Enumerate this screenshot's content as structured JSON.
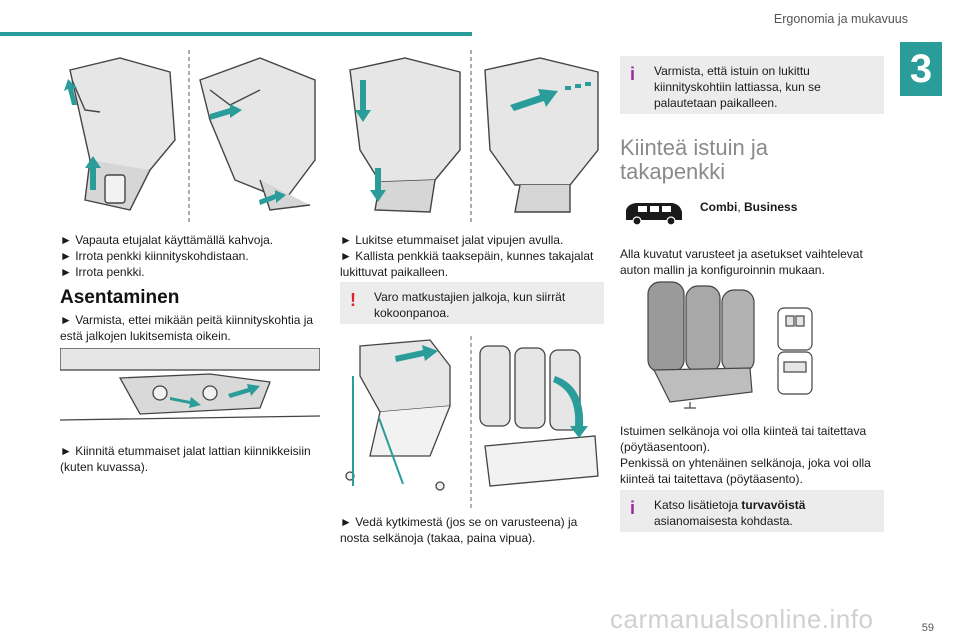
{
  "header": {
    "title": "Ergonomia ja mukavuus",
    "chapter": "3"
  },
  "col1": {
    "steps_a": [
      "► Vapauta etujalat käyttämällä kahvoja.",
      "► Irrota penkki kiinnityskohdistaan.",
      "► Irrota penkki."
    ],
    "heading": "Asentaminen",
    "step_b": "► Varmista, ettei mikään peitä kiinnityskohtia ja estä jalkojen lukitsemista oikein.",
    "step_c": "► Kiinnitä etummaiset jalat lattian kiinnikkeisiin (kuten kuvassa)."
  },
  "col2": {
    "steps": [
      "► Lukitse etummaiset jalat vipujen avulla.",
      "► Kallista penkkiä taaksepäin, kunnes takajalat lukittuvat paikalleen."
    ],
    "warning": "Varo matkustajien jalkoja, kun siirrät kokoonpanoa.",
    "step_d": "► Vedä kytkimestä (jos se on varusteena) ja nosta selkänoja (takaa, paina vipua)."
  },
  "col3": {
    "info1": "Varmista, että istuin on lukittu kiinnityskohtiin lattiassa, kun se palautetaan paikalleen.",
    "heading": "Kiinteä istuin ja takapenkki",
    "versions_prefix": "Combi",
    "versions_sep": ", ",
    "versions_suffix": "Business",
    "para1": "Alla kuvatut varusteet ja asetukset vaihtelevat auton mallin ja konfiguroinnin mukaan.",
    "para2a": "Istuimen selkänoja voi olla kiinteä tai taitettava (pöytäasentoon).",
    "para2b": "Penkissä on yhtenäinen selkänoja, joka voi olla kiinteä tai taitettava (pöytäasento).",
    "info2_prefix": "Katso lisätietoja ",
    "info2_bold": "turvavöistä",
    "info2_suffix": " asianomaisesta kohdasta."
  },
  "footer": {
    "page_number": "59",
    "watermark": "carmanualsonline.info"
  },
  "icons": {
    "info": "info-icon",
    "warning": "warning-icon",
    "van": "van-icon"
  },
  "colors": {
    "accent": "#2a9d9a",
    "warning": "#e4202e",
    "info": "#9c2a9a",
    "note_bg": "#ececec"
  }
}
